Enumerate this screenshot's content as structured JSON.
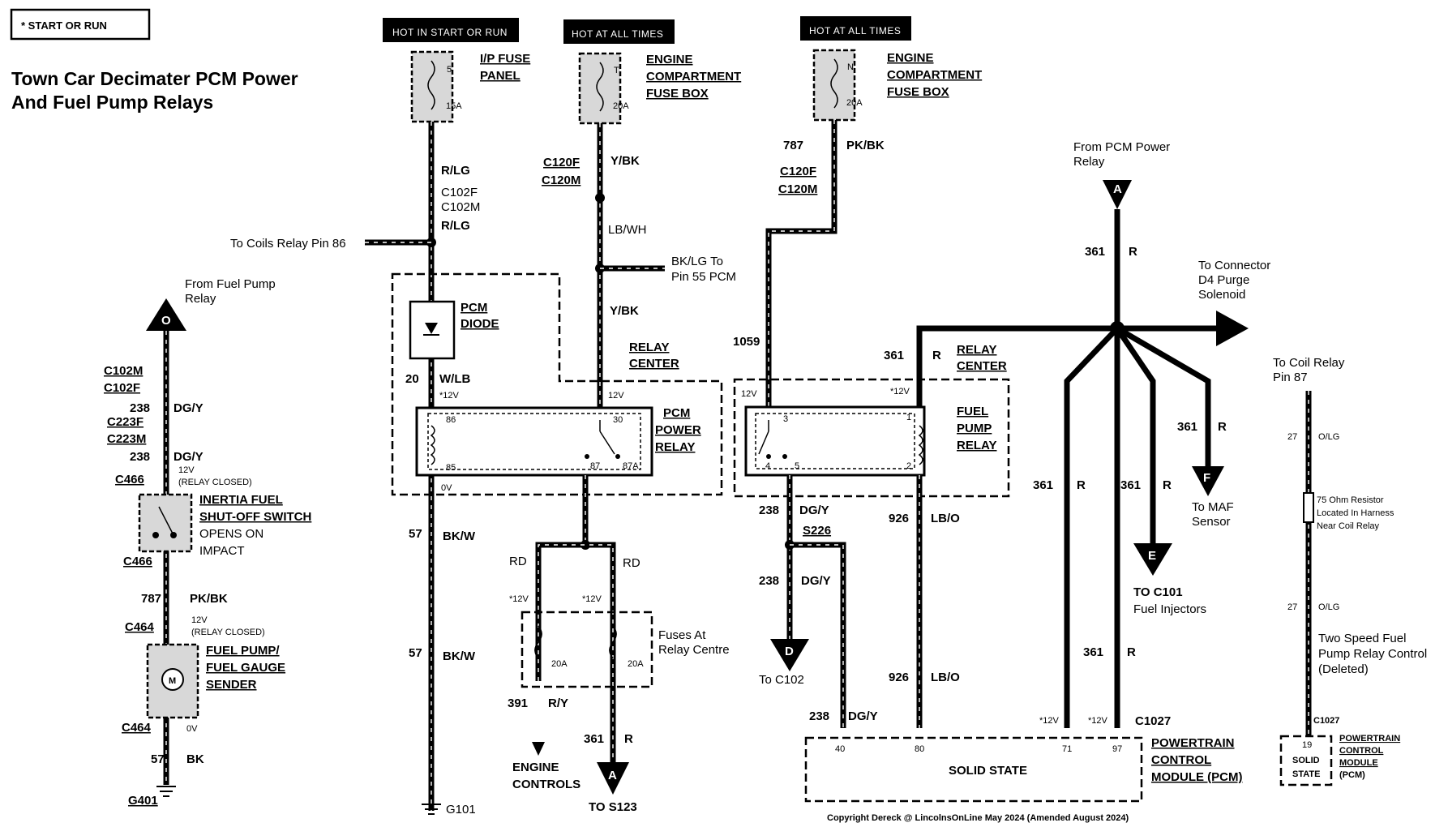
{
  "header_box": "* START OR RUN",
  "title_line1": "Town Car Decimater PCM Power",
  "title_line2": "And Fuel Pump Relays",
  "supplies": {
    "s1": "HOT IN START OR RUN",
    "s2": "HOT AT ALL TIMES",
    "s3": "HOT AT ALL TIMES"
  },
  "fuses": {
    "ip": {
      "num": "5",
      "amp": "15A",
      "label1": "I/P FUSE",
      "label2": "PANEL"
    },
    "ecf1": {
      "num": "T",
      "amp": "20A",
      "label1": "ENGINE",
      "label2": "COMPARTMENT",
      "label3": "FUSE BOX"
    },
    "ecf2": {
      "num": "N",
      "amp": "20A",
      "label1": "ENGINE",
      "label2": "COMPARTMENT",
      "label3": "FUSE BOX"
    },
    "relay_fuse_l": "20A",
    "relay_fuse_r": "20A",
    "relay_fuses_label1": "Fuses At",
    "relay_fuses_label2": "Relay Centre"
  },
  "connectors": {
    "c102f": "C102F",
    "c102m": "C102M",
    "c120f_1": "C120F",
    "c120m_1": "C120M",
    "c120f_2": "C120F",
    "c120m_2": "C120M",
    "c102m_l": "C102M",
    "c102f_l": "C102F",
    "c223f": "C223F",
    "c223m": "C223M",
    "c466_a": "C466",
    "c466_b": "C466",
    "c464_a": "C464",
    "c464_b": "C464",
    "g401": "G401",
    "g101": "G101",
    "s226": "S226",
    "c1027_a": "C1027",
    "c1027_b": "C1027"
  },
  "wires": {
    "rlg1": "R/LG",
    "rlg2": "R/LG",
    "ybk1": "Y/BK",
    "lbwh": "LB/WH",
    "ybk2": "Y/BK",
    "n787": "787",
    "pkbk1": "PK/BK",
    "n20": "20",
    "wlb": "W/LB",
    "n57a": "57",
    "bkw1": "BK/W",
    "n57b": "57",
    "bkw2": "BK/W",
    "rd1": "RD",
    "rd2": "RD",
    "n391": "391",
    "ry": "R/Y",
    "n361a": "361",
    "ra": "R",
    "n1059": "1059",
    "n361b": "361",
    "rb": "R",
    "n361c": "361",
    "rc": "R",
    "n238a": "238",
    "dgya": "DG/Y",
    "n238b": "238",
    "dgyb": "DG/Y",
    "n238c": "238",
    "dgyc": "DG/Y",
    "n926a": "926",
    "lboa": "LB/O",
    "n926b": "926",
    "lbob": "LB/O",
    "n361d": "361",
    "rd": "R",
    "n361e": "361",
    "re": "R",
    "n361f": "361",
    "rf": "R",
    "n361g": "361",
    "rg": "R",
    "n238d": "238",
    "dgyd": "DG/Y",
    "n238e": "238",
    "dgye": "DG/Y",
    "n787b": "787",
    "pkbk2": "PK/BK",
    "n57c": "57",
    "bk": "BK",
    "n27a": "27",
    "olga": "O/LG",
    "n27b": "27",
    "olgb": "O/LG"
  },
  "volts": {
    "v12a": "*12V",
    "v12b": "12V",
    "v0a": "0V",
    "v12c": "*12V",
    "v12d": "*12V",
    "v12e": "12V",
    "v12f": "*12V",
    "v12g": "*12V",
    "v12h": "*12V",
    "v12i": "12V",
    "relay_closed1": "(RELAY CLOSED)",
    "v12j": "12V",
    "relay_closed2": "(RELAY CLOSED)",
    "v0b": "0V"
  },
  "components": {
    "pcm_diode1": "PCM",
    "pcm_diode2": "DIODE",
    "relay_center1a": "RELAY",
    "relay_center1b": "CENTER",
    "relay_center2a": "RELAY",
    "relay_center2b": "CENTER",
    "pcm_relay1": "PCM",
    "pcm_relay2": "POWER",
    "pcm_relay3": "RELAY",
    "fp_relay1": "FUEL",
    "fp_relay2": "PUMP",
    "fp_relay3": "RELAY",
    "pin86": "86",
    "pin85": "85",
    "pin30": "30",
    "pin87": "87",
    "pin87a": "87A",
    "pin3": "3",
    "pin4": "4",
    "pin5": "5",
    "pin1": "1",
    "pin2": "2",
    "inertia1": "INERTIA FUEL",
    "inertia2": "SHUT-OFF SWITCH",
    "inertia3": "OPENS ON",
    "inertia4": "IMPACT",
    "fp1": "FUEL PUMP/",
    "fp2": "FUEL GAUGE",
    "fp3": "SENDER",
    "solid_state": "SOLID STATE",
    "pcm1": "POWERTRAIN",
    "pcm2": "CONTROL",
    "pcm3": "MODULE (PCM)",
    "pin40": "40",
    "pin80": "80",
    "pin71": "71",
    "pin97": "97",
    "pcm_small1": "POWERTRAIN",
    "pcm_small2": "CONTROL",
    "pcm_small3": "MODULE",
    "pcm_small4": "(PCM)",
    "ss_small1": "SOLID",
    "ss_small2": "STATE",
    "pin19": "19"
  },
  "annotations": {
    "coils_relay": "To Coils Relay Pin 86",
    "bklg1": "BK/LG To",
    "bklg2": "Pin 55 PCM",
    "from_fp1": "From Fuel Pump",
    "from_fp2": "Relay",
    "from_pcm1": "From PCM Power",
    "from_pcm2": "Relay",
    "to_conn1": "To Connector",
    "to_conn2": "D4 Purge",
    "to_conn3": "Solenoid",
    "to_maf1": "To MAF",
    "to_maf2": "Sensor",
    "to_c101a": "TO C101",
    "to_c101b": "Fuel Injectors",
    "to_c102": "To C102",
    "eng_ctrl1": "ENGINE",
    "eng_ctrl2": "CONTROLS",
    "to_s123": "TO S123",
    "coil87_1": "To Coil Relay",
    "coil87_2": "Pin 87",
    "res1": "75 Ohm Resistor",
    "res2": "Located In Harness",
    "res3": "Near Coil Relay",
    "two_speed1": "Two Speed Fuel",
    "two_speed2": "Pump Relay Control",
    "two_speed3": "(Deleted)",
    "copyright": "Copyright Dereck @ LincolnsOnLine May 2024 (Amended August 2024)"
  },
  "arrow_letters": {
    "a_top": "A",
    "a_bot": "A",
    "d": "D",
    "e": "E",
    "f": "F",
    "o": "O"
  }
}
